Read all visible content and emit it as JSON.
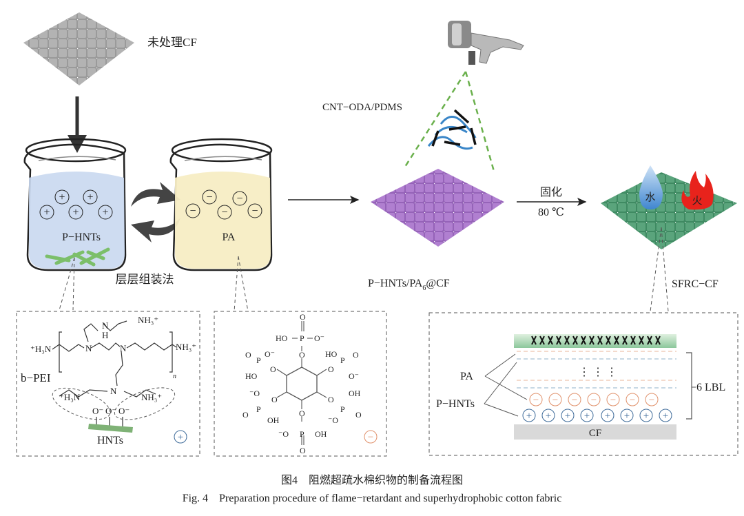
{
  "labels": {
    "untreated_cf": "未处理CF",
    "p_hnts": "P−HNTs",
    "pa": "PA",
    "lbl_method": "层层组装法",
    "spray": "CNT−ODA/PDMS",
    "intermediate": "P−HNTs/PA",
    "intermediate_sub": "6",
    "intermediate_suffix": "@CF",
    "cure": "固化",
    "temp": "80 ℃",
    "product": "SFRC−CF",
    "water": "水",
    "fire": "火"
  },
  "peibox": {
    "h3n_left": "⁺H₃N",
    "nh3_right": "NH₃⁺",
    "nh3_top": "NH₃⁺",
    "n": "N",
    "nh": "N",
    "h": "H",
    "n_sub": "n",
    "bpei": "b−PEI",
    "h3n_low": "⁺H₃N",
    "nh3_low": "NH₃⁺",
    "o_minus": "O⁻",
    "hnts": "HNTs",
    "charge": "+"
  },
  "pabox": {
    "o": "O",
    "p": "P",
    "ho": "HO",
    "oh": "OH",
    "o_minus": "O⁻",
    "minus_o": "⁻O",
    "charge": "−"
  },
  "layerbox": {
    "pa": "PA",
    "p_hnts": "P−HNTs",
    "dots": "⋮ ⋮ ⋮",
    "lbl": "6 LBL",
    "cf": "CF"
  },
  "caption": {
    "zh": "图4　阻燃超疏水棉织物的制备流程图",
    "en": "Fig. 4　Preparation procedure of flame−retardant and superhydrophobic cotton fabric"
  },
  "colors": {
    "gray_fabric": "#a8a8a8",
    "purple_fabric": "#a877c9",
    "green_fabric": "#4f9a72",
    "blue_liquid": "#c9d8ef",
    "yellow_liquid": "#f7edc4",
    "spray_green": "#6ab04c",
    "plus_blue": "#3d6a99",
    "minus_orange": "#e0906a"
  }
}
